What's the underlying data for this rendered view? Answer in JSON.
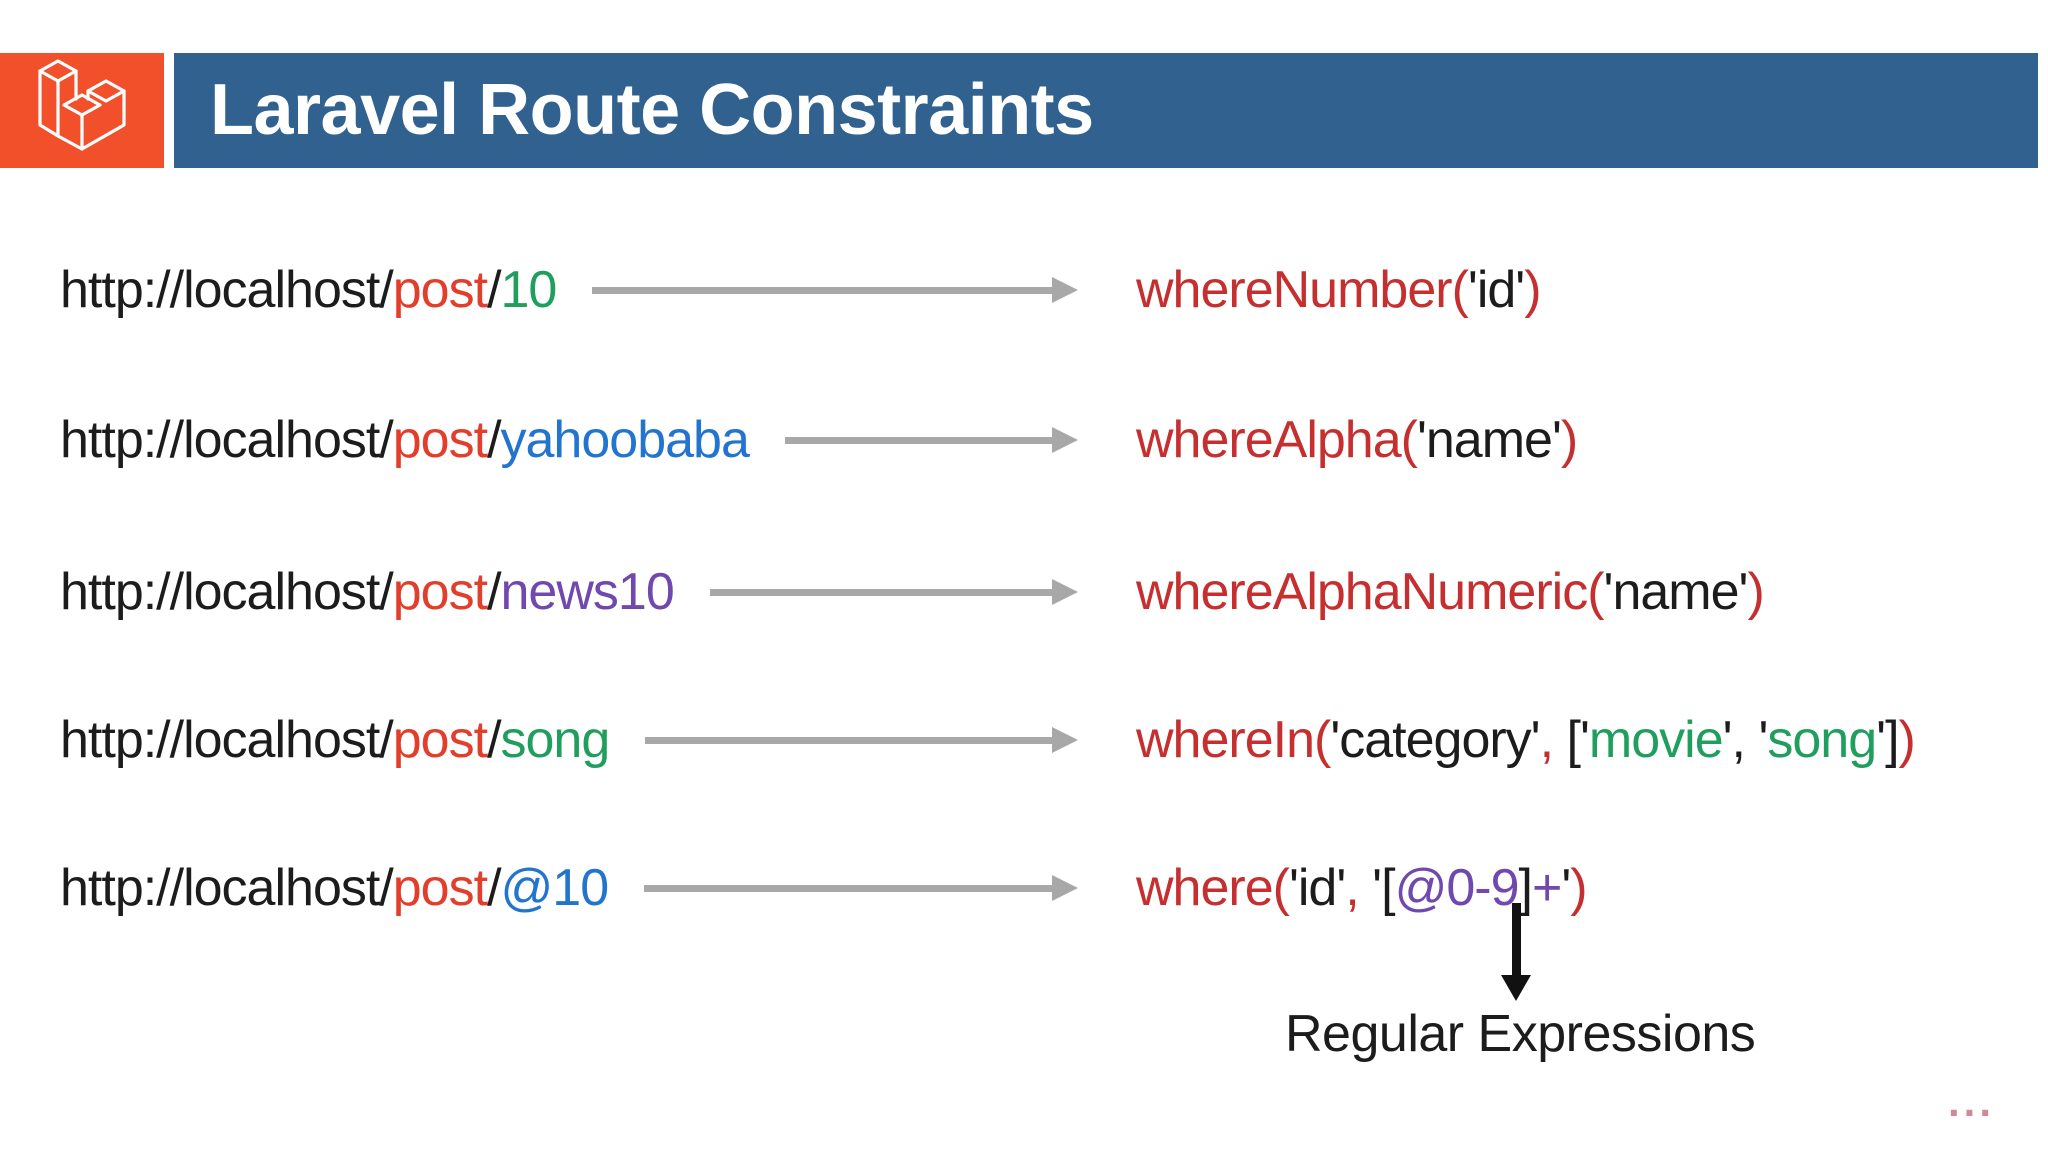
{
  "header": {
    "title": "Laravel Route Constraints",
    "logo": "laravel-logomark",
    "bar_color": "#31618f",
    "logo_bg_color": "#f1502b",
    "title_color": "#ffffff"
  },
  "palette": {
    "black": "#1c1c1c",
    "red": "#e23e2c",
    "crimson": "#c62f2f",
    "green": "#1f9e5e",
    "blue": "#2274cf",
    "purple": "#7149ae",
    "arrow_gray": "#a8a8a8",
    "down_arrow_black": "#111111",
    "ellipsis_pink": "#c96b80"
  },
  "routes": [
    {
      "url": [
        {
          "t": "http://localhost/",
          "c": "black"
        },
        {
          "t": "post",
          "c": "red"
        },
        {
          "t": "/",
          "c": "black"
        },
        {
          "t": "10",
          "c": "green"
        }
      ],
      "constraint": [
        {
          "t": "whereNumber(",
          "c": "crimson"
        },
        {
          "t": "'id'",
          "c": "black"
        },
        {
          "t": ")",
          "c": "crimson"
        }
      ]
    },
    {
      "url": [
        {
          "t": "http://localhost/",
          "c": "black"
        },
        {
          "t": "post",
          "c": "red"
        },
        {
          "t": "/",
          "c": "black"
        },
        {
          "t": "yahoobaba",
          "c": "blue"
        }
      ],
      "constraint": [
        {
          "t": "whereAlpha(",
          "c": "crimson"
        },
        {
          "t": "'name'",
          "c": "black"
        },
        {
          "t": ")",
          "c": "crimson"
        }
      ]
    },
    {
      "url": [
        {
          "t": "http://localhost/",
          "c": "black"
        },
        {
          "t": "post",
          "c": "red"
        },
        {
          "t": "/",
          "c": "black"
        },
        {
          "t": "news10",
          "c": "purple"
        }
      ],
      "constraint": [
        {
          "t": "whereAlphaNumeric(",
          "c": "crimson"
        },
        {
          "t": "'name'",
          "c": "black"
        },
        {
          "t": ")",
          "c": "crimson"
        }
      ]
    },
    {
      "url": [
        {
          "t": "http://localhost/",
          "c": "black"
        },
        {
          "t": "post",
          "c": "red"
        },
        {
          "t": "/",
          "c": "black"
        },
        {
          "t": "song",
          "c": "green"
        }
      ],
      "constraint": [
        {
          "t": "whereIn(",
          "c": "crimson"
        },
        {
          "t": "'category'",
          "c": "black"
        },
        {
          "t": ",",
          "c": "crimson"
        },
        {
          "t": " ['",
          "c": "black"
        },
        {
          "t": "movie",
          "c": "green"
        },
        {
          "t": "', '",
          "c": "black"
        },
        {
          "t": "song",
          "c": "green"
        },
        {
          "t": "']",
          "c": "black"
        },
        {
          "t": ")",
          "c": "crimson"
        }
      ]
    },
    {
      "url": [
        {
          "t": "http://localhost/",
          "c": "black"
        },
        {
          "t": "post",
          "c": "red"
        },
        {
          "t": "/",
          "c": "black"
        },
        {
          "t": "@10",
          "c": "blue"
        }
      ],
      "constraint": [
        {
          "t": "where(",
          "c": "crimson"
        },
        {
          "t": "'id'",
          "c": "black"
        },
        {
          "t": ",",
          "c": "crimson"
        },
        {
          "t": " '[",
          "c": "black"
        },
        {
          "t": "@0-9",
          "c": "purple"
        },
        {
          "t": "]",
          "c": "black"
        },
        {
          "t": "+",
          "c": "purple"
        },
        {
          "t": "'",
          "c": "black"
        },
        {
          "t": ")",
          "c": "crimson"
        }
      ]
    }
  ],
  "regex_annotation": {
    "label": "Regular Expressions"
  },
  "footer": {
    "ellipsis": "..."
  }
}
